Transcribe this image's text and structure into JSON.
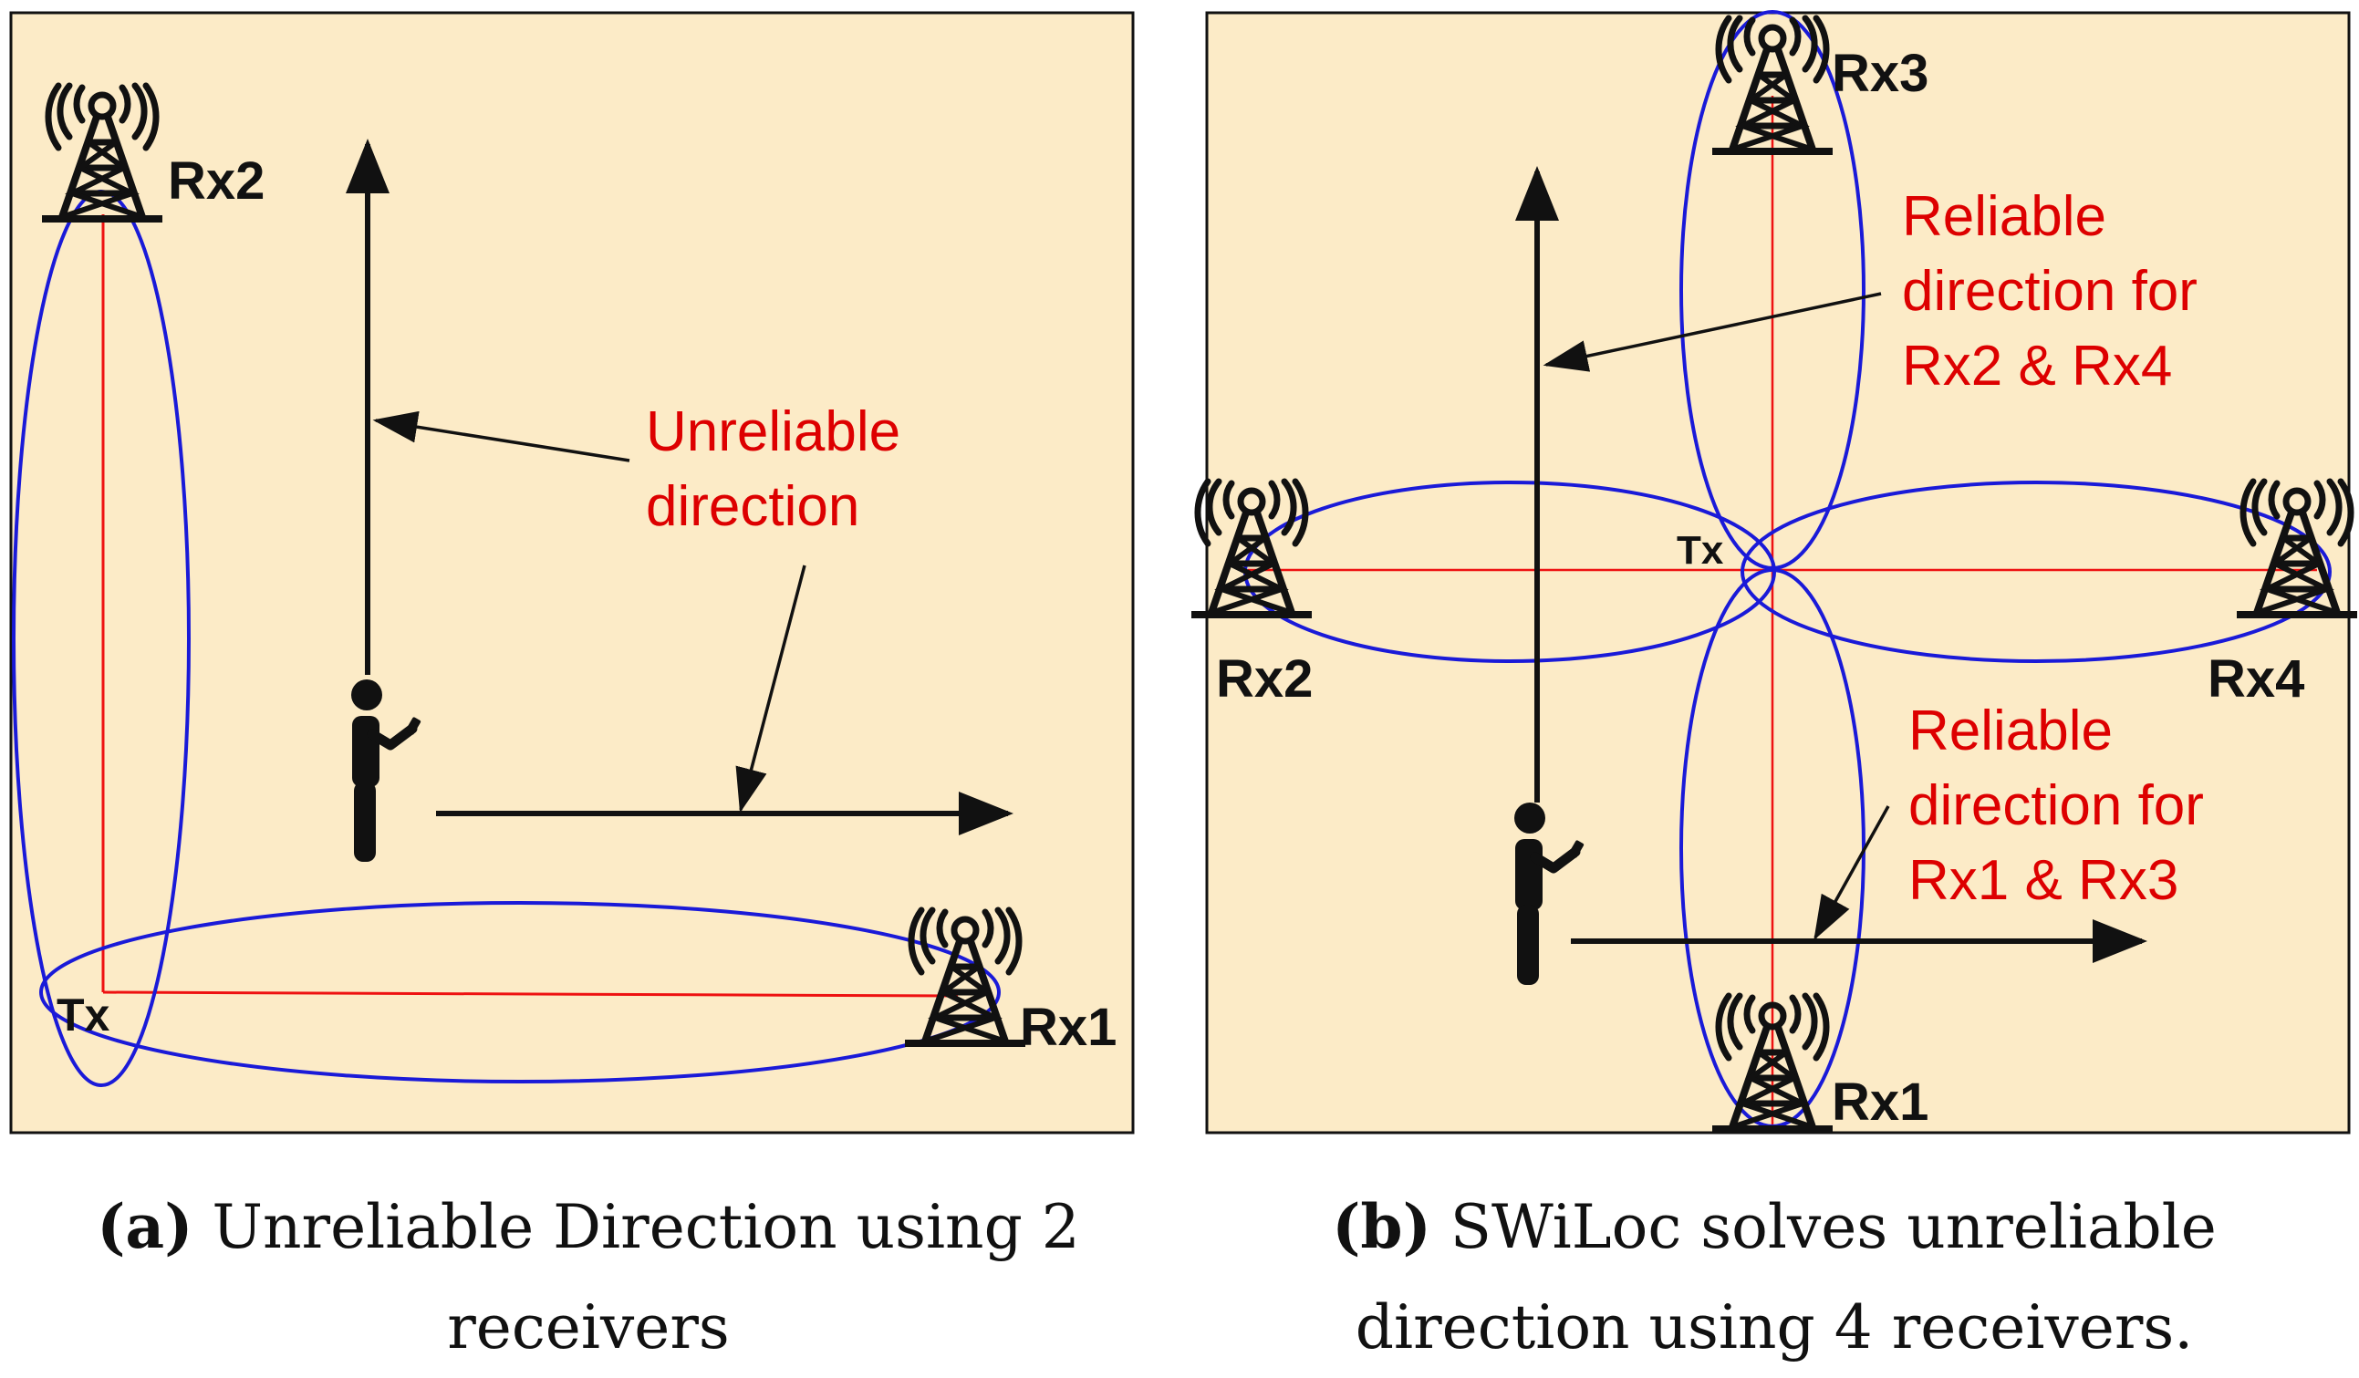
{
  "colors": {
    "panel_fill": "#fcebc7",
    "ellipse": "#1a1ad8",
    "direction_line": "#ee1111",
    "annotation_text": "#dd0000",
    "ink": "#111111"
  },
  "panel_a": {
    "labels": {
      "rx1": "Rx1",
      "rx2": "Rx2",
      "tx": "Tx"
    },
    "annotation": [
      "Unreliable",
      "direction"
    ],
    "caption": {
      "tag": "(a)",
      "text": "Unreliable Direction using 2 receivers"
    }
  },
  "panel_b": {
    "labels": {
      "rx1": "Rx1",
      "rx2": "Rx2",
      "rx3": "Rx3",
      "rx4": "Rx4",
      "tx": "Tx"
    },
    "annotation_top": [
      "Reliable",
      "direction for",
      "Rx2 & Rx4"
    ],
    "annotation_bottom": [
      "Reliable",
      "direction for",
      "Rx1 & Rx3"
    ],
    "caption": {
      "tag": "(b)",
      "text": "SWiLoc solves unreliable direction using 4 receivers."
    }
  },
  "icons": [
    "radio-tower-icon",
    "person-with-phone-icon"
  ]
}
